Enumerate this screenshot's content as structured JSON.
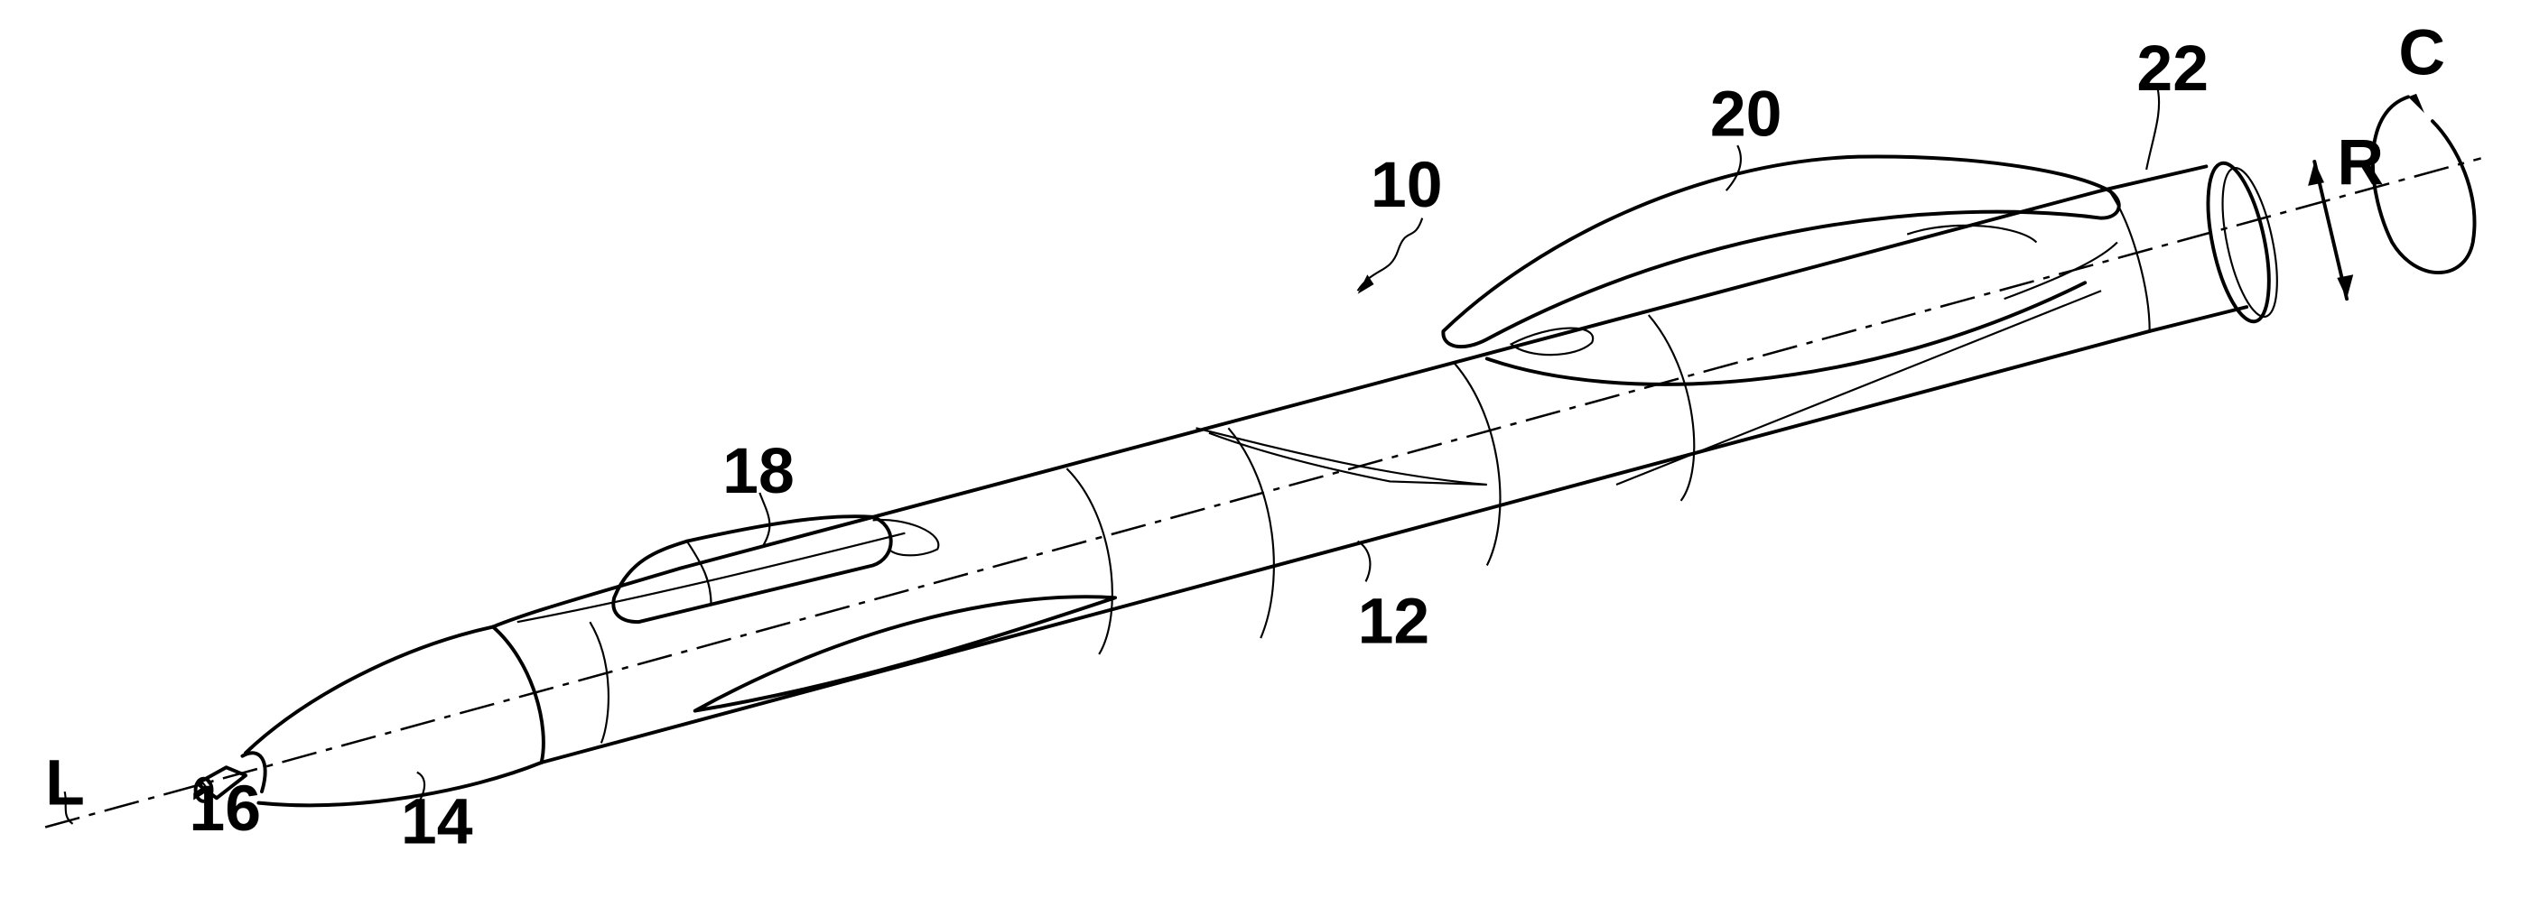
{
  "figure": {
    "labels": {
      "pen": "10",
      "body": "12",
      "front_section": "14",
      "tip": "16",
      "grip_button": "18",
      "clip": "20",
      "end_cap": "22",
      "axis": "L",
      "radial": "R",
      "circumferential": "C"
    }
  }
}
